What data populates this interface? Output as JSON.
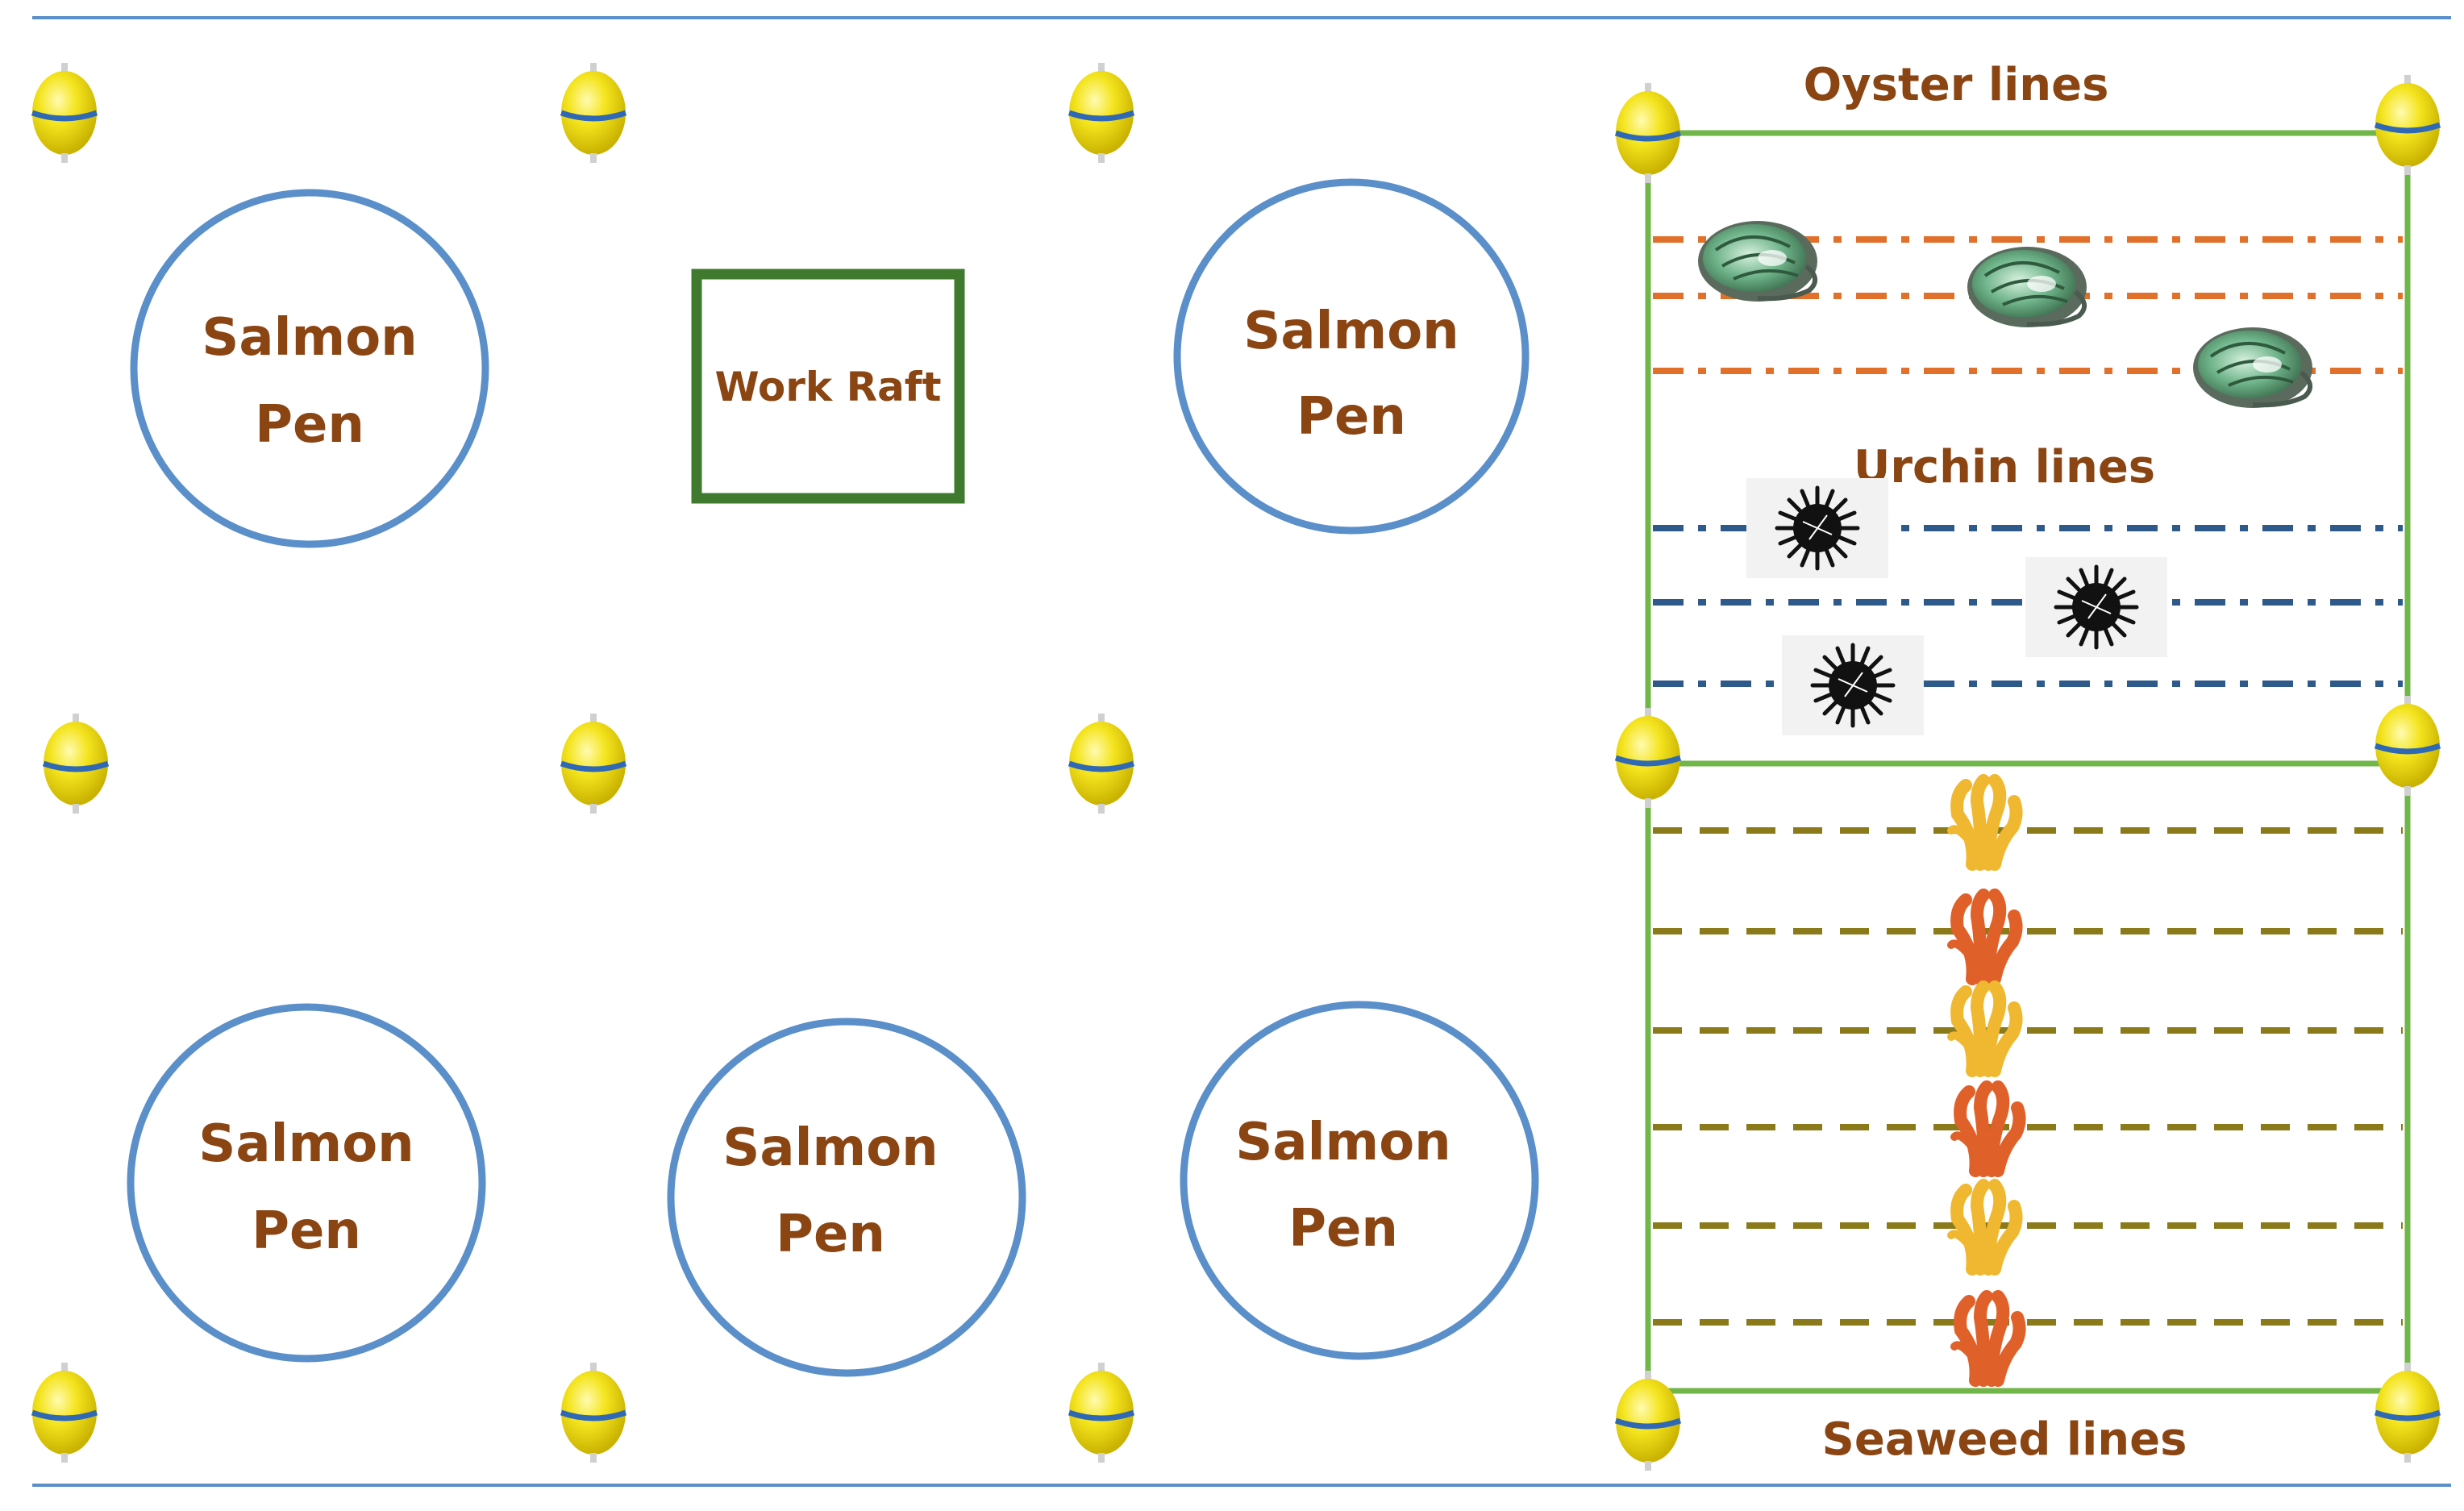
{
  "pens": [
    {
      "line1": "Salmon",
      "line2": "Pen"
    },
    {
      "line1": "Salmon",
      "line2": "Pen"
    },
    {
      "line1": "Salmon",
      "line2": "Pen"
    },
    {
      "line1": "Salmon",
      "line2": "Pen"
    },
    {
      "line1": "Salmon",
      "line2": "Pen"
    }
  ],
  "work_raft": {
    "label": "Work Raft"
  },
  "sections": {
    "oyster": {
      "label": "Oyster lines"
    },
    "urchin": {
      "label": "Urchin lines"
    },
    "seaweed": {
      "label": "Seaweed lines"
    }
  },
  "colors": {
    "pen_stroke": "#5b8fc9",
    "raft_stroke": "#3f7a2e",
    "site_stroke": "#70b648",
    "label_text": "#8a4513",
    "oyster_line": "#e0702a",
    "urchin_line": "#2d5a8a",
    "seaweed_line": "#8a7a1a",
    "buoy_fill": "#f2e21c",
    "buoy_band": "#2f69b5",
    "seaweed_yellow": "#f0b830",
    "seaweed_orange": "#e0602a"
  },
  "icons": {
    "buoy": "buoy-icon",
    "oyster": "oyster-icon",
    "urchin": "urchin-icon",
    "seaweed": "seaweed-icon"
  }
}
